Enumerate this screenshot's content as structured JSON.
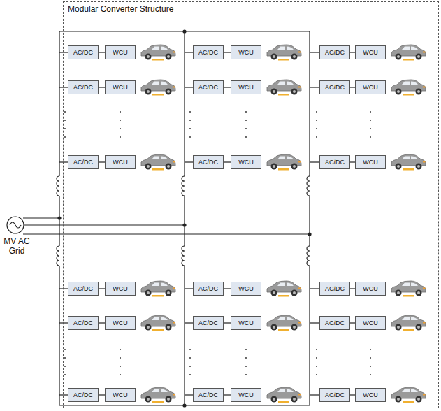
{
  "diagram": {
    "nodes": [
      {
        "text": [
          "Modular Converter Structure"
        ]
      },
      {
        "text": [
          "AC/DC"
        ],
        "in": 0
      },
      {
        "text": [
          "WCU"
        ],
        "in": 0
      },
      {
        "text": [
          "AC/DC"
        ],
        "in": 0
      },
      {
        "text": [
          "WCU"
        ],
        "in": 0
      },
      {
        "text": [
          "AC/DC"
        ],
        "in": 0
      },
      {
        "text": [
          "WCU"
        ],
        "in": 0
      },
      {
        "text": [
          "AC/DC"
        ],
        "in": 0
      },
      {
        "text": [
          "WCU"
        ],
        "in": 0
      },
      {
        "text": [
          "AC/DC"
        ],
        "in": 0
      },
      {
        "text": [
          "WCU"
        ],
        "in": 0
      },
      {
        "text": [
          "AC/DC"
        ],
        "in": 0
      },
      {
        "text": [
          "WCU"
        ],
        "in": 0
      },
      {
        "text": [
          "AC/DC"
        ],
        "in": 0
      },
      {
        "text": [
          "WCU"
        ],
        "in": 0
      },
      {
        "text": [
          "AC/DC"
        ],
        "in": 0
      },
      {
        "text": [
          "WCU"
        ],
        "in": 0
      },
      {
        "text": [
          "AC/DC"
        ],
        "in": 0
      },
      {
        "text": [
          "WCU"
        ],
        "in": 0
      },
      {
        "text": [
          "AC/DC"
        ],
        "in": 0
      },
      {
        "text": [
          "WCU"
        ],
        "in": 0
      },
      {
        "text": [
          "AC/DC"
        ],
        "in": 0
      },
      {
        "text": [
          "WCU"
        ],
        "in": 0
      },
      {
        "text": [
          "AC/DC"
        ],
        "in": 0
      },
      {
        "text": [
          "WCU"
        ],
        "in": 0
      },
      {
        "text": [
          "AC/DC"
        ],
        "in": 0
      },
      {
        "text": [
          "WCU"
        ],
        "in": 0
      },
      {
        "text": [
          "AC/DC"
        ],
        "in": 0
      },
      {
        "text": [
          "WCU"
        ],
        "in": 0
      },
      {
        "text": [
          "AC/DC"
        ],
        "in": 0
      },
      {
        "text": [
          "WCU"
        ],
        "in": 0
      },
      {
        "text": [
          "AC/DC"
        ],
        "in": 0
      },
      {
        "text": [
          "WCU"
        ],
        "in": 0
      },
      {
        "text": [
          "AC/DC"
        ],
        "in": 0
      },
      {
        "text": [
          "WCU"
        ],
        "in": 0
      },
      {
        "text": [
          "AC/DC"
        ],
        "in": 0
      },
      {
        "text": [
          "WCU"
        ],
        "in": 0
      }
    ],
    "edges": [
      {
        "from": 1,
        "to": 2,
        "arrow": "none"
      },
      {
        "from": 3,
        "to": 4,
        "arrow": "none"
      },
      {
        "from": 5,
        "to": 6,
        "arrow": "none"
      },
      {
        "from": 7,
        "to": 8,
        "arrow": "none"
      },
      {
        "from": 9,
        "to": 10,
        "arrow": "none"
      },
      {
        "from": 11,
        "to": 12,
        "arrow": "none"
      },
      {
        "from": 13,
        "to": 14,
        "arrow": "none"
      },
      {
        "from": 15,
        "to": 16,
        "arrow": "none"
      },
      {
        "from": 17,
        "to": 18,
        "arrow": "none"
      },
      {
        "from": 19,
        "to": 20,
        "arrow": "none"
      },
      {
        "from": 21,
        "to": 22,
        "arrow": "none"
      },
      {
        "from": 23,
        "to": 24,
        "arrow": "none"
      },
      {
        "from": 25,
        "to": 26,
        "arrow": "none"
      },
      {
        "from": 27,
        "to": 28,
        "arrow": "none"
      },
      {
        "from": 29,
        "to": 30,
        "arrow": "none"
      },
      {
        "from": 31,
        "to": 32,
        "arrow": "none"
      },
      {
        "from": 33,
        "to": 34,
        "arrow": "none"
      },
      {
        "from": 35,
        "to": 36,
        "arrow": "none"
      }
    ],
    "labels": [
      "MV AC Grid"
    ]
  }
}
